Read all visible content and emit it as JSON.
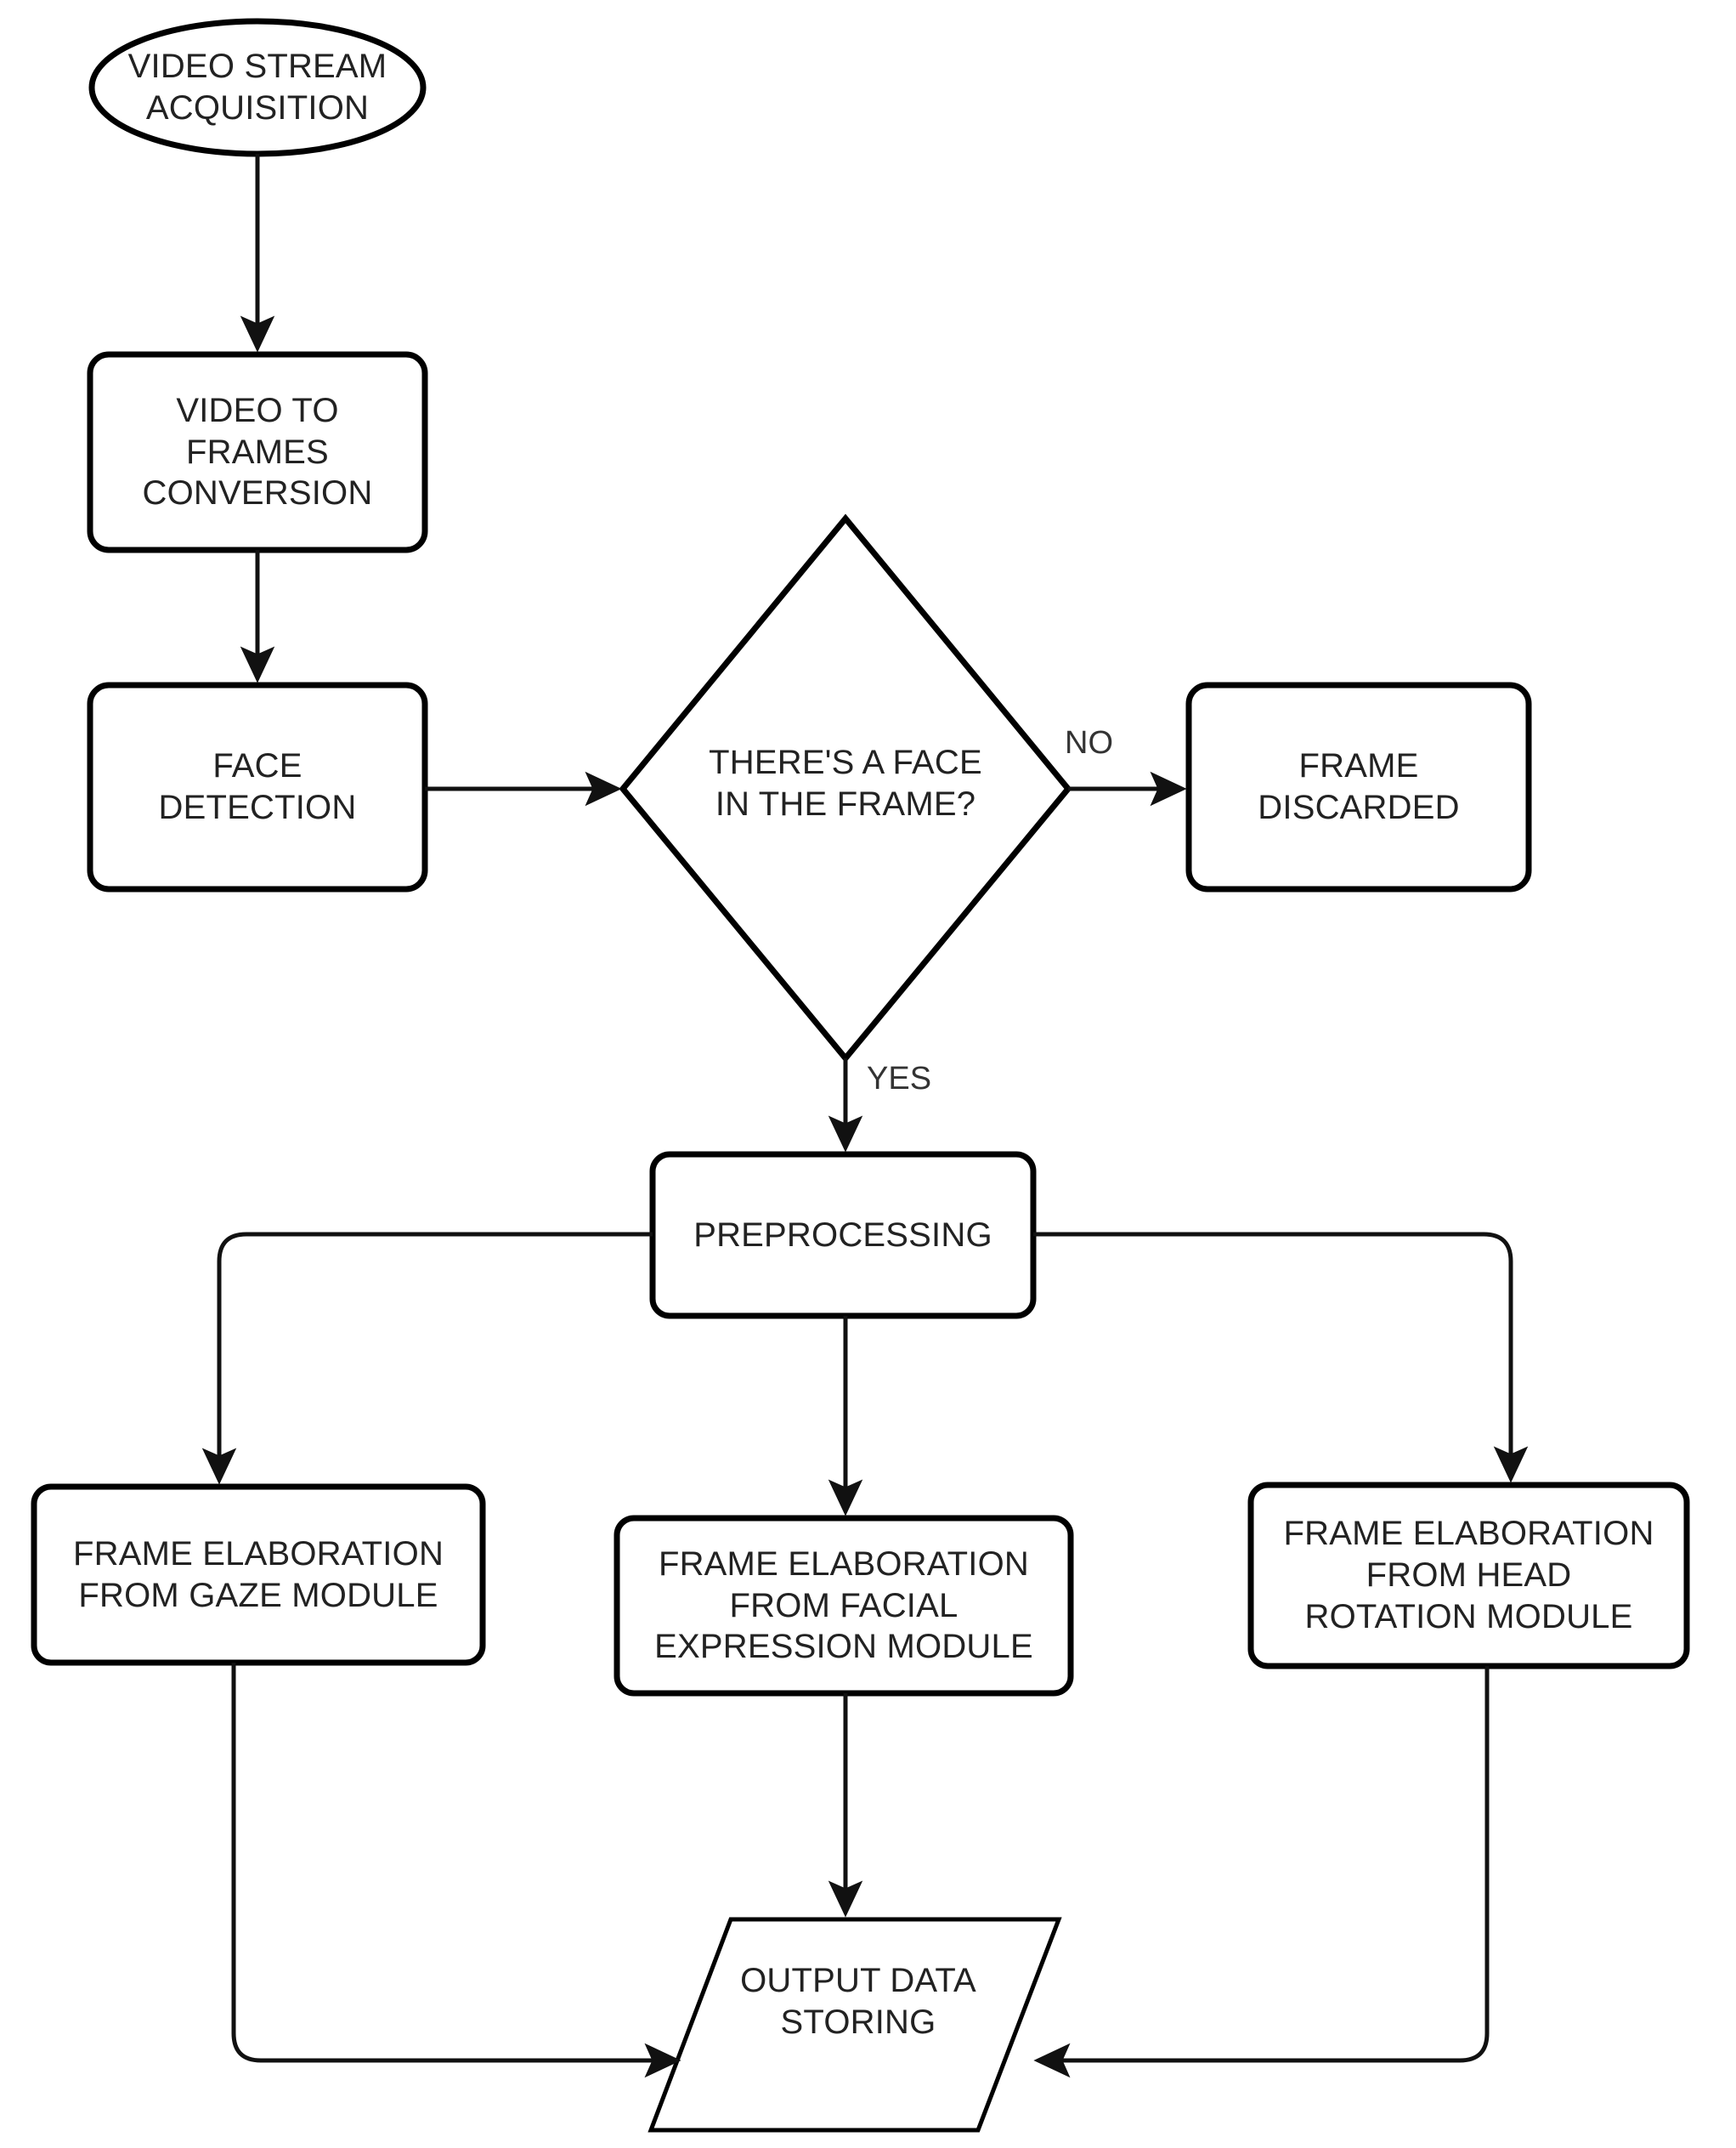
{
  "diagram": {
    "type": "flowchart",
    "title": "Video frame processing pipeline flowchart",
    "background_color": "#ffffff",
    "stroke_color": "#000000",
    "text_color": "#222222"
  },
  "nodes": {
    "video_stream_acquisition": {
      "label": "VIDEO STREAM\nACQUISITION",
      "shape": "ellipse"
    },
    "video_to_frames_conversion": {
      "label": "VIDEO TO\nFRAMES\nCONVERSION",
      "shape": "rounded-rectangle"
    },
    "face_detection": {
      "label": "FACE\nDETECTION",
      "shape": "rounded-rectangle"
    },
    "face_in_frame_decision": {
      "label": "THERE'S A FACE\nIN THE FRAME?",
      "shape": "diamond"
    },
    "frame_discarded": {
      "label": "FRAME\nDISCARDED",
      "shape": "rounded-rectangle"
    },
    "preprocessing": {
      "label": "PREPROCESSING",
      "shape": "rounded-rectangle"
    },
    "gaze_module": {
      "label": "FRAME ELABORATION\nFROM GAZE MODULE",
      "shape": "rounded-rectangle"
    },
    "facial_expression_module": {
      "label": "FRAME ELABORATION\nFROM FACIAL\nEXPRESSION MODULE",
      "shape": "rounded-rectangle"
    },
    "head_rotation_module": {
      "label": "FRAME ELABORATION\nFROM HEAD\nROTATION MODULE",
      "shape": "rounded-rectangle"
    },
    "output_data_storing": {
      "label": "OUTPUT DATA\nSTORING",
      "shape": "parallelogram"
    }
  },
  "edge_labels": {
    "no_branch": "NO",
    "yes_branch": "YES"
  }
}
